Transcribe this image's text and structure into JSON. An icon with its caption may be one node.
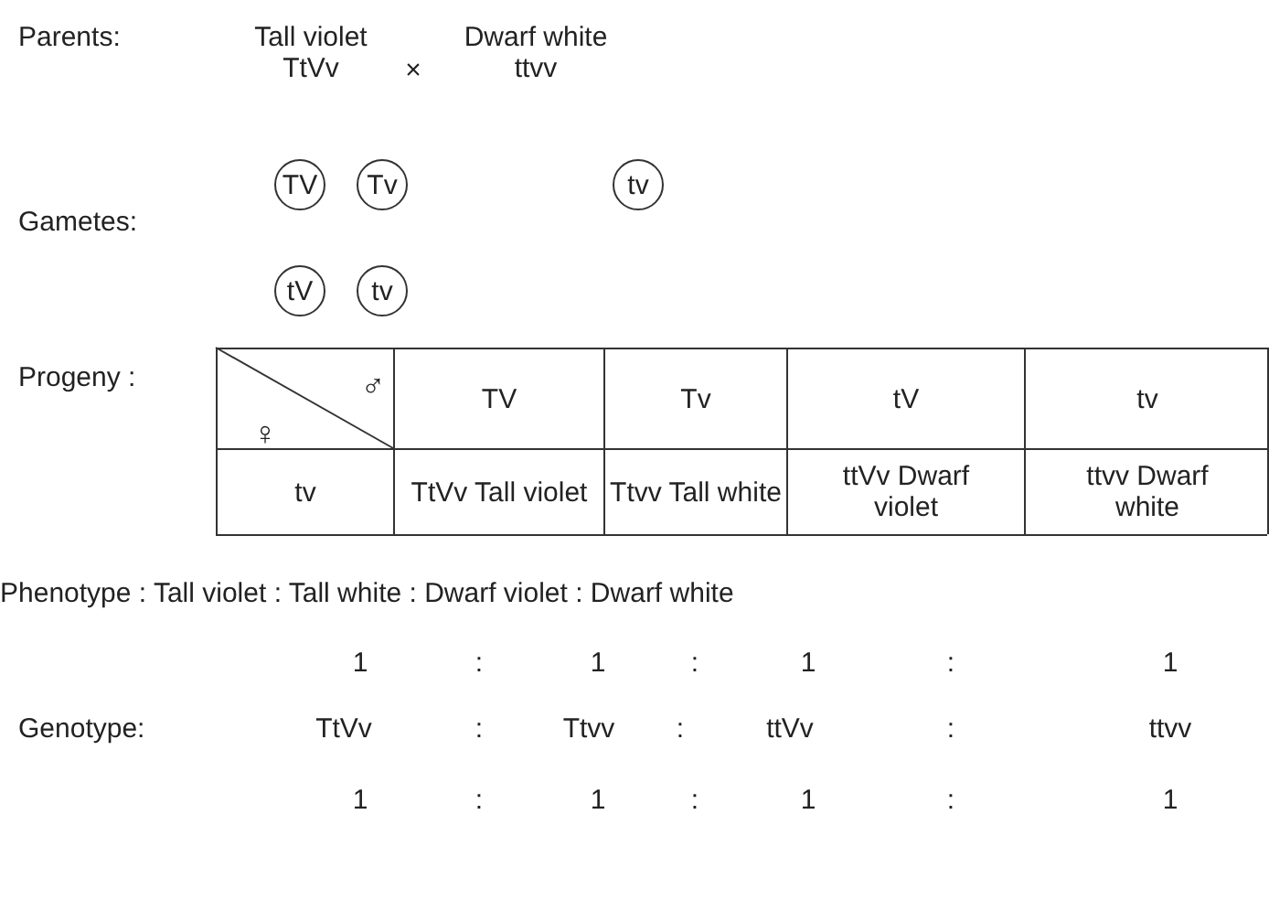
{
  "diagram": {
    "nodes": [
      {
        "text": [
          "TV"
        ]
      },
      {
        "text": [
          "Tv"
        ]
      },
      {
        "text": [
          "tv"
        ]
      },
      {
        "text": [
          "tV"
        ]
      },
      {
        "text": [
          "tv"
        ]
      }
    ],
    "labels": [
      "Parents:",
      "Tall violet TtVv",
      "×",
      "Dwarf white ttvv",
      "Gametes:",
      "Progeny :",
      "♂",
      "♀",
      "TV",
      "Tv",
      "tV",
      "tv",
      "tv",
      "TtVv Tall violet",
      "Ttvv Tall white",
      "ttVv Dwarf violet",
      "ttvv Dwarf white",
      "Phenotype : Tall violet : Tall white : Dwarf violet : Dwarf white",
      "1",
      ":",
      "1",
      ":",
      "1",
      ":",
      "1",
      "Genotype:",
      "TtVv",
      ":",
      "Ttvv",
      ":",
      "ttVv",
      ":",
      "ttvv",
      "1",
      ":",
      "1",
      ":",
      "1",
      ":",
      "1"
    ]
  }
}
